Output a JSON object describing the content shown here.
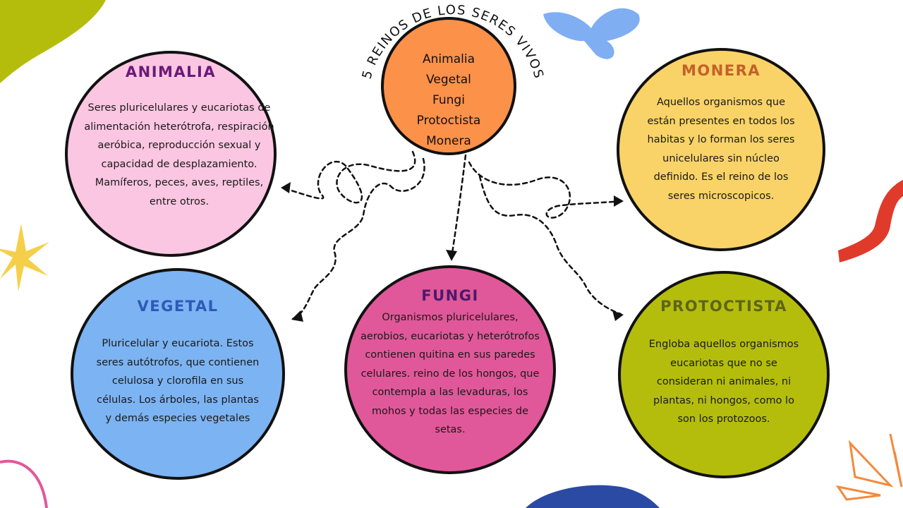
{
  "header": {
    "arc_title": "5 REINOS DE LOS SERES VIVOS",
    "kingdoms": [
      "Animalia",
      "Vegetal",
      "Fungi",
      "Protoctista",
      "Monera"
    ]
  },
  "animalia": {
    "title": "ANIMALIA",
    "text": "Seres pluricelulares y eucariotas de alimentación heterótrofa, respiración aeróbica, reproducción sexual y capacidad de desplazamiento. Mamíferos, peces, aves, reptiles,  entre otros."
  },
  "monera": {
    "title": "MONERA",
    "text": "Aquellos organismos que están presentes en todos los habitas y lo forman los seres unicelulares sin núcleo definido. Es el reino de los seres microscopicos."
  },
  "vegetal": {
    "title": "VEGETAL",
    "text": "Pluricelular y eucariota. Estos seres autótrofos, que contienen celulosa y clorofila en sus células. Los árboles, las plantas y demás especies vegetales"
  },
  "fungi": {
    "title": "FUNGI",
    "text": "Organismos pluricelulares, aerobios, eucariotas y heterótrofos contienen quitina en sus paredes celulares. reino de los hongos, que contempla a las levaduras, los mohos y todas las especies de setas."
  },
  "protoctista": {
    "title": "PROTOCTISTA",
    "text": "Engloba aquellos organismos eucariotas que no se consideran ni animales, ni plantas, ni hongos, como lo son los protozoos."
  },
  "colors": {
    "animalia_fill": "#fbc6e2",
    "animalia_title": "#6b1a78",
    "monera_fill": "#f9d367",
    "monera_title": "#c5602a",
    "vegetal_fill": "#7cb3f2",
    "vegetal_title": "#2b5bb8",
    "fungi_fill": "#e05899",
    "fungi_title": "#4a1a6e",
    "protoctista_fill": "#b4bd0c",
    "protoctista_title": "#5e6418",
    "center_fill": "#fc914a"
  }
}
